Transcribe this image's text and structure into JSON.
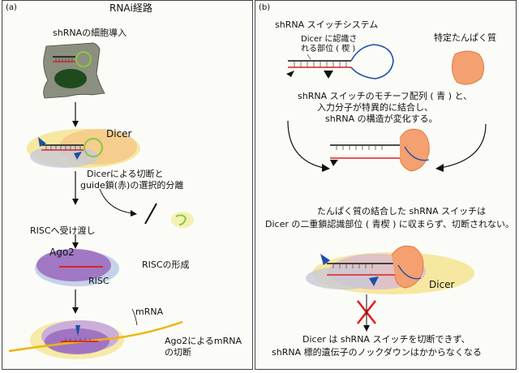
{
  "panel_a": {
    "label": "(a)",
    "title": "RNAi経路",
    "step1": "shRNAの細胞導入",
    "dicer": "Dicer",
    "step2_line1": "Dicerによる切断と",
    "step2_line2": "guide鎖(赤)の選択的分離",
    "step3": "RISCへ受け渡し",
    "ago2": "Ago2",
    "risc": "RISC",
    "risc_formation": "RISCの形成",
    "mrna": "mRNA",
    "step4_line1": "Ago2によるmRNA",
    "step4_line2": "の切断"
  },
  "panel_b": {
    "label": "(b)",
    "title": "shRNA スイッチシステム",
    "recog_line1": "Dicer に認識さ",
    "recog_line2": "れる部位 ( 楔 )",
    "protein": "特定たんぱく質",
    "desc1_line1": "shRNA スイッチのモチーフ配列 ( 青 ) と、",
    "desc1_line2": "入力分子が特異的に結合し、",
    "desc1_line3": "shRNA の構造が変化する。",
    "desc2_line1": "たんぱく質の結合した shRNA スイッチは",
    "desc2_line2": "Dicer の二重鎖認識部位 ( 青楔 ) に収まらず、切断されない。",
    "dicer": "Dicer",
    "desc3_line1": "Dicer は shRNA スイッチを切断できず、",
    "desc3_line2": "shRNA 標的遺伝子のノックダウンはかからなくなる"
  },
  "colors": {
    "guide_strand": "#e02020",
    "passenger_strand": "#111111",
    "loop_green": "#8cc63f",
    "motif_blue": "#1f4fa8",
    "dicer_orange": "#f5c98a",
    "dicer_yellow": "#f3e07a",
    "ago_purple": "#9b6ec0",
    "protein_orange": "#f4a070",
    "cell_gray": "#8a8f7f",
    "nucleus_green": "#1e4a1e",
    "mrna_yellow": "#f0b400",
    "x_red": "#e01b1b"
  }
}
